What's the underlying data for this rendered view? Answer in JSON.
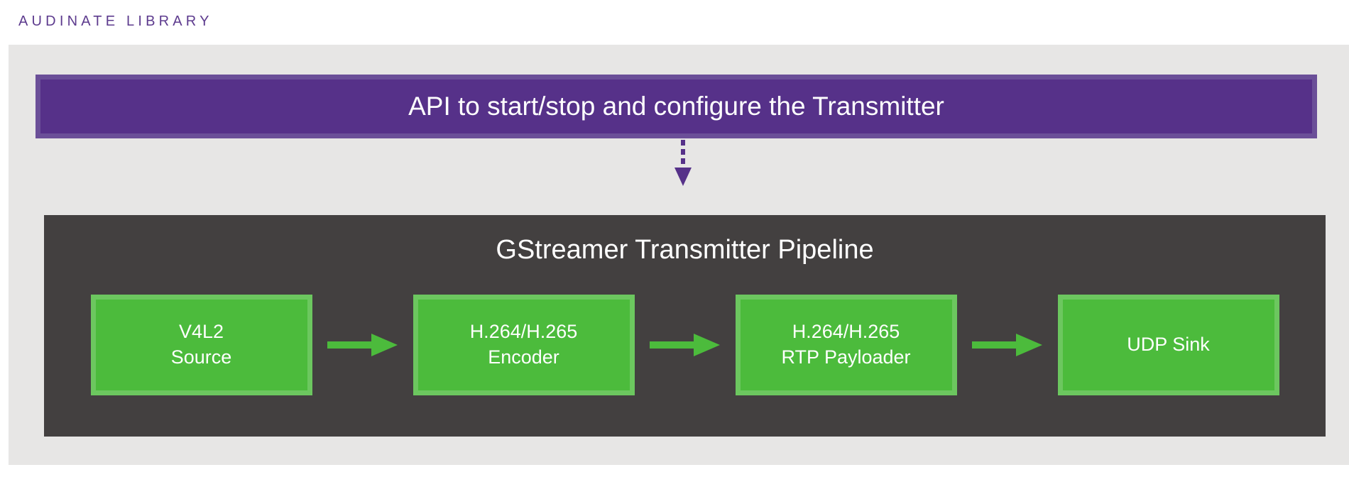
{
  "header": {
    "title": "AUDINATE LIBRARY"
  },
  "colors": {
    "page_background": "#ffffff",
    "panel_background": "#e7e6e5",
    "banner_border": "#6b4f98",
    "banner_fill": "#563189",
    "pipeline_fill": "#434040",
    "stage_border": "#6cc75f",
    "stage_fill": "#4cbb3c",
    "arrow_green": "#4cbb3c",
    "arrow_purple": "#563189",
    "text_light": "#ffffff",
    "header_purple": "#5d3b8e"
  },
  "diagram": {
    "type": "flow",
    "api_banner": {
      "label": "API to start/stop and configure the Transmitter"
    },
    "connector": {
      "icon": "dotted-down-arrow-icon",
      "style": "dotted",
      "direction": "down",
      "from": "api_banner",
      "to": "pipeline"
    },
    "pipeline": {
      "title": "GStreamer Transmitter Pipeline",
      "stages": [
        {
          "lines": [
            "V4L2",
            "Source"
          ]
        },
        {
          "lines": [
            "H.264/H.265",
            "Encoder"
          ]
        },
        {
          "lines": [
            "H.264/H.265",
            "RTP Payloader"
          ]
        },
        {
          "lines": [
            "UDP Sink"
          ]
        }
      ],
      "stage_connectors": [
        {
          "icon": "right-arrow-icon",
          "direction": "right"
        },
        {
          "icon": "right-arrow-icon",
          "direction": "right"
        },
        {
          "icon": "right-arrow-icon",
          "direction": "right"
        }
      ]
    }
  }
}
